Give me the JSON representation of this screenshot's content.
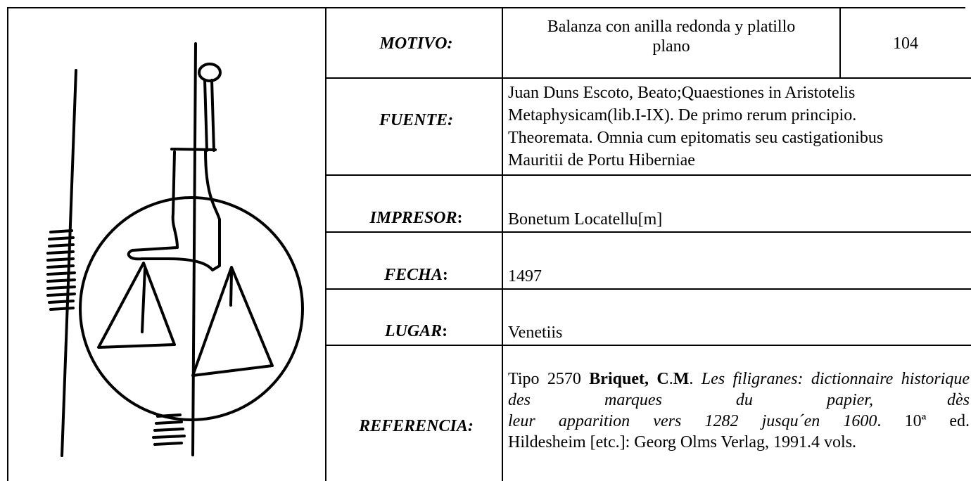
{
  "watermark": {
    "icon": "balance-scale-watermark-drawing"
  },
  "rows": {
    "motivo": {
      "label": "MOTIVO:",
      "value_line1": "Balanza con anilla redonda y platillo",
      "value_line2": "plano",
      "number": "104"
    },
    "fuente": {
      "label": "FUENTE:",
      "lines": [
        "Juan Duns Escoto, Beato;Quaestiones in Aristotelis",
        "Metaphysicam(lib.I-IX). De primo rerum principio.",
        "Theoremata. Omnia cum epitomatis seu castigationibus",
        "Mauritii de Portu Hiberniae"
      ]
    },
    "impresor": {
      "label": "IMPRESOR",
      "colon": ":",
      "value": "Bonetum Locatellu[m]"
    },
    "fecha": {
      "label": "FECHA",
      "colon": ":",
      "value": "1497"
    },
    "lugar": {
      "label": "LUGAR",
      "colon": ":",
      "value": "Venetiis"
    },
    "referencia": {
      "label": "REFERENCIA:",
      "tipo": "Tipo 2570",
      "author_bold": "Briquet, C",
      "author_dot": ".",
      "author_m": "M",
      "after_author": ".",
      "title_part1": "Les filigranes: dictionnaire historique des marques du papier, dès",
      "title_part2": "leur apparition vers 1282 jusqu´en 1600",
      "edition": ". 10ª ed.",
      "publisher": "Hildesheim [etc.]: Georg Olms Verlag, 1991.4 vols."
    }
  }
}
